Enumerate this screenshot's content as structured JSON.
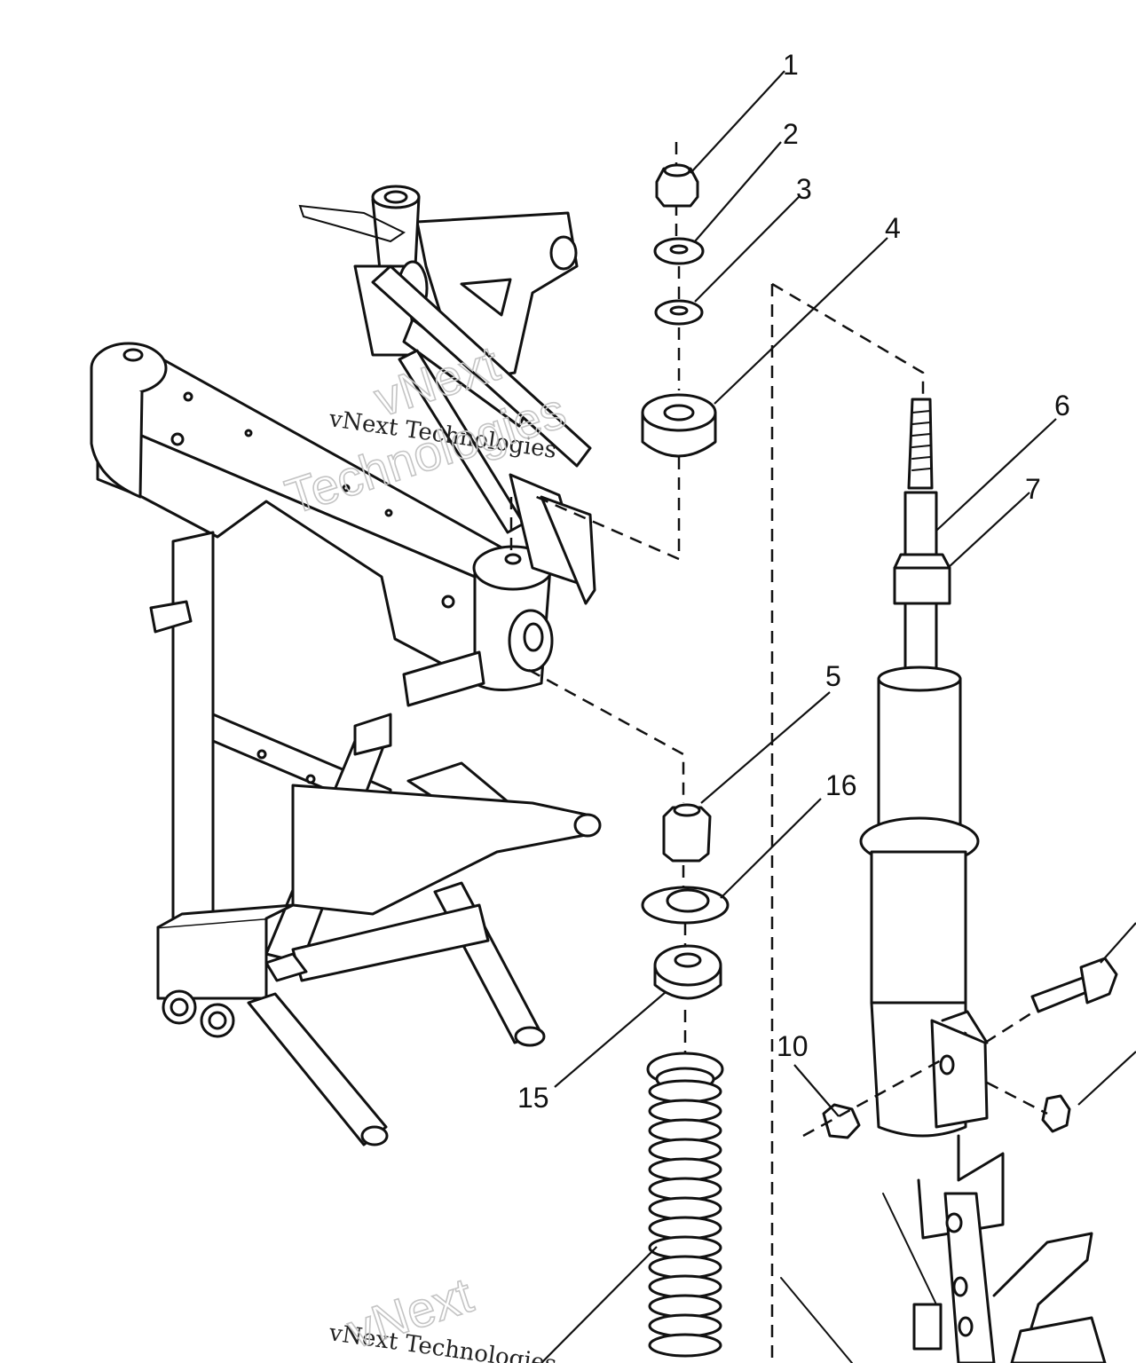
{
  "callouts": [
    {
      "label": "1"
    },
    {
      "label": "2"
    },
    {
      "label": "3"
    },
    {
      "label": "4"
    },
    {
      "label": "6"
    },
    {
      "label": "7"
    },
    {
      "label": "5"
    },
    {
      "label": "16"
    },
    {
      "label": "15"
    },
    {
      "label": "10"
    }
  ],
  "watermark": {
    "line_serif": "vNext Technologies",
    "line_big_1": "vNext",
    "line_big_2": "Technologies"
  },
  "colors": {
    "ink": "#111111",
    "paper": "#ffffff",
    "watermark": "#c4c4c4"
  }
}
